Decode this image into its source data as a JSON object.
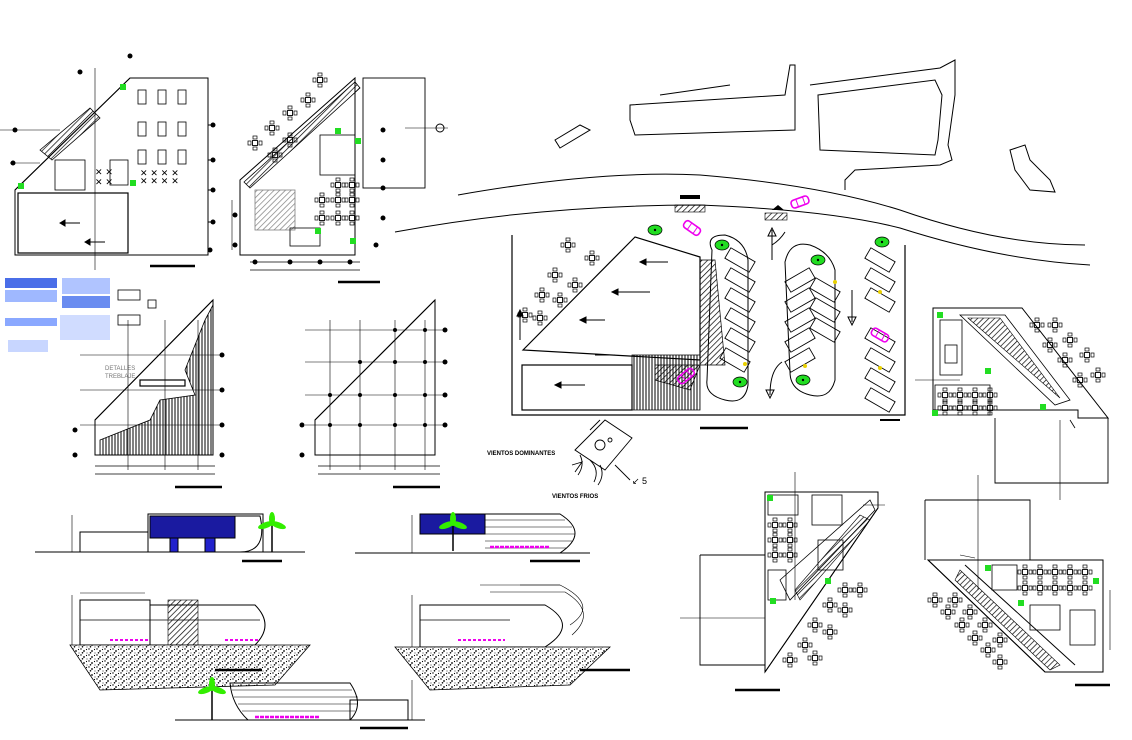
{
  "labels": {
    "vientos_dominantes": "VIENTOS DOMINANTES",
    "vientos_frios": "VIENTOS FRIOS",
    "detalles_line1": "DETALLES",
    "detalles_line2": "TREBLAJE"
  },
  "colors": {
    "line": "#000000",
    "tree_green": "#22dd22",
    "car_magenta": "#ee00ee",
    "glass_blue": "#1a1aa0",
    "marker_yellow": "#e8d000",
    "palm_green": "#33ee00"
  },
  "icons": [
    "north-arrow-icon",
    "palm-tree-icon",
    "car-icon",
    "tree-icon"
  ]
}
